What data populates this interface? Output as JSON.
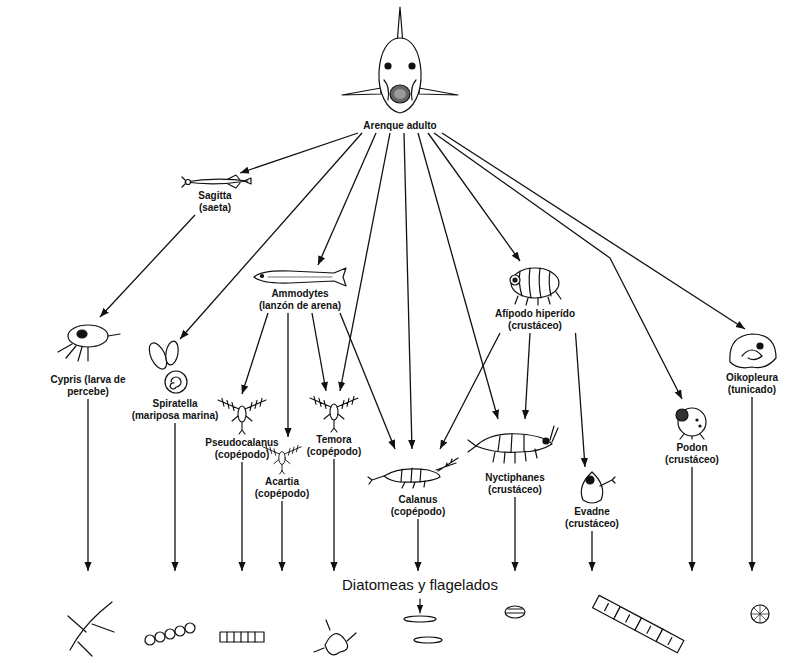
{
  "diagram": {
    "nodes": [
      {
        "text": [
          "Arenque adulto"
        ]
      },
      {
        "text": [
          "Sagitta (saeta)"
        ]
      },
      {
        "text": [
          "Ammodytes (lanzón de arena)"
        ]
      },
      {
        "text": [
          "Afípodo hiperído (crustáceo)"
        ]
      },
      {
        "text": [
          "Cypris (larva de percebe)"
        ]
      },
      {
        "text": [
          "Oikopleura (tunicado)"
        ]
      },
      {
        "text": [
          "Spiratella (mariposa marina)"
        ]
      },
      {
        "text": [
          "Pseudocalanus (copépodo)"
        ]
      },
      {
        "text": [
          "Temora (copépodo)"
        ]
      },
      {
        "text": [
          "Acartia (copépodo)"
        ]
      },
      {
        "text": [
          "Calanus (copépodo)"
        ]
      },
      {
        "text": [
          "Nyctiphanes (crustáceo)"
        ]
      },
      {
        "text": [
          "Evadne (crustáceo)"
        ]
      },
      {
        "text": [
          "Podon (crustáceo)"
        ]
      },
      {
        "text": [
          "Diatomeas y flagelados"
        ]
      }
    ],
    "edges": [
      {
        "from": 0,
        "to": 1,
        "arrow": "to"
      },
      {
        "from": 0,
        "to": 6,
        "arrow": "to"
      },
      {
        "from": 0,
        "to": 2,
        "arrow": "to"
      },
      {
        "from": 0,
        "to": 8,
        "arrow": "to"
      },
      {
        "from": 0,
        "to": 10,
        "arrow": "to"
      },
      {
        "from": 0,
        "to": 11,
        "arrow": "to"
      },
      {
        "from": 0,
        "to": 3,
        "arrow": "to"
      },
      {
        "from": 0,
        "to": 13,
        "arrow": "to"
      },
      {
        "from": 0,
        "to": 5,
        "arrow": "to"
      },
      {
        "from": 1,
        "to": 4,
        "arrow": "to"
      },
      {
        "from": 2,
        "to": 7,
        "arrow": "to"
      },
      {
        "from": 2,
        "to": 9,
        "arrow": "to"
      },
      {
        "from": 2,
        "to": 8,
        "arrow": "to"
      },
      {
        "from": 2,
        "to": 10,
        "arrow": "to"
      },
      {
        "from": 3,
        "to": 10,
        "arrow": "to"
      },
      {
        "from": 3,
        "to": 11,
        "arrow": "to"
      },
      {
        "from": 3,
        "to": 12,
        "arrow": "to"
      },
      {
        "from": 4,
        "to": 14,
        "arrow": "to"
      },
      {
        "from": 6,
        "to": 14,
        "arrow": "to"
      },
      {
        "from": 7,
        "to": 14,
        "arrow": "to"
      },
      {
        "from": 9,
        "to": 14,
        "arrow": "to"
      },
      {
        "from": 8,
        "to": 14,
        "arrow": "to"
      },
      {
        "from": 10,
        "to": 14,
        "arrow": "to"
      },
      {
        "from": 11,
        "to": 14,
        "arrow": "to"
      },
      {
        "from": 12,
        "to": 14,
        "arrow": "to"
      },
      {
        "from": 13,
        "to": 14,
        "arrow": "to"
      },
      {
        "from": 5,
        "to": 14,
        "arrow": "to"
      }
    ]
  }
}
